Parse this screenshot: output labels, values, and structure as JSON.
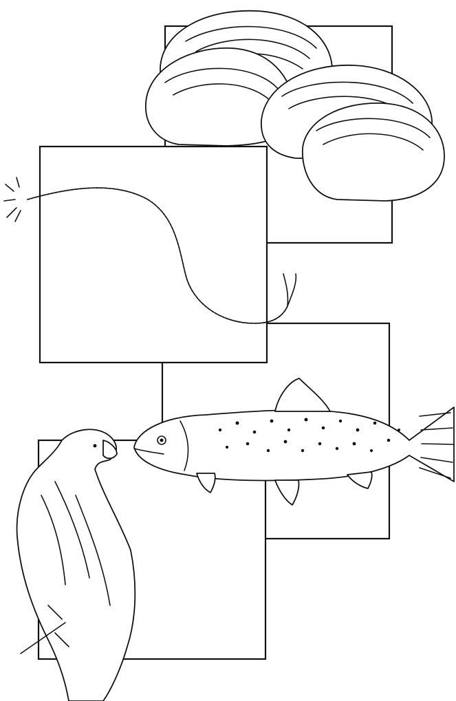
{
  "illustration": {
    "panels": [
      {
        "name": "clam-panel"
      },
      {
        "name": "worm-panel"
      },
      {
        "name": "fish-panel"
      },
      {
        "name": "eagle-panel"
      }
    ],
    "organisms": [
      "clams",
      "bristle-worm",
      "trout",
      "eagle"
    ],
    "colors": {
      "ink": "#111111",
      "paper": "#ffffff"
    }
  }
}
